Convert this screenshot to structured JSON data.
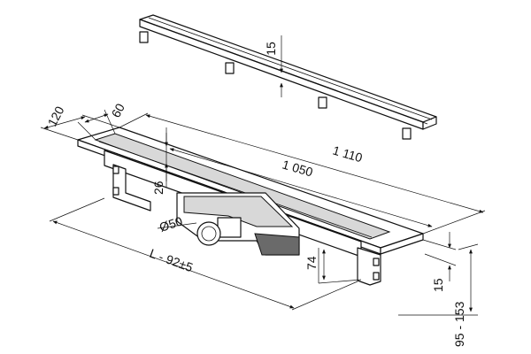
{
  "dimensions": {
    "grate_height": "15",
    "width_outer": "120",
    "width_inner": "60",
    "length_channel": "1 050",
    "length_total": "1 110",
    "rim_height": "26",
    "outlet_diameter": "Ø50",
    "adjust_length": "L - 92±5",
    "outlet_height": "74",
    "frame_height": "15",
    "installation_height": "95 - 153"
  },
  "colors": {
    "line": "#111111",
    "shade": "#d8d8d8",
    "outlet": "#6a6a6a"
  }
}
